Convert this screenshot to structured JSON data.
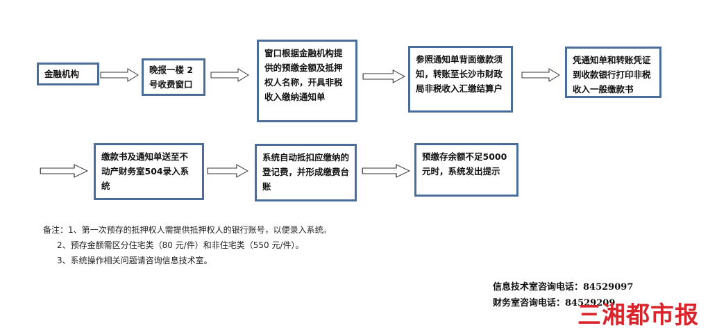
{
  "steps_row1": [
    "金融机构",
    "晚报一楼 2号收费窗口",
    "窗口根据金融机构提供的预缴金额及抵押权人名称，开具非税收入缴纳通知单",
    "参照通知单背面缴款须知，转账至长沙市财政局非税收入汇缴结算户",
    "凭通知单和转账凭证到收款银行打印非税收入一般缴款书"
  ],
  "steps_row2": [
    "缴款书及通知单送至不动产财务室504录入系统",
    "系统自动抵扣应缴纳的登记费，并形成缴费台账",
    "预缴存余额不足5000 元时，系统发出提示"
  ],
  "notes": [
    "备注：1、第一次预存的抵押权人需提供抵押权人的银行账号，以便录入系统。",
    "2、预存金额需区分住宅类（80 元/件）和非住宅类（550 元/件）。",
    "3、系统操作相关问题请咨询信息技术室。"
  ],
  "contacts": [
    "信息技术室咨询电话：84529097",
    "财务室咨询电话：84529209"
  ],
  "watermark": "三湘都市报",
  "colors": {
    "box_border": "#4a6d99",
    "watermark": "#d8242a"
  }
}
